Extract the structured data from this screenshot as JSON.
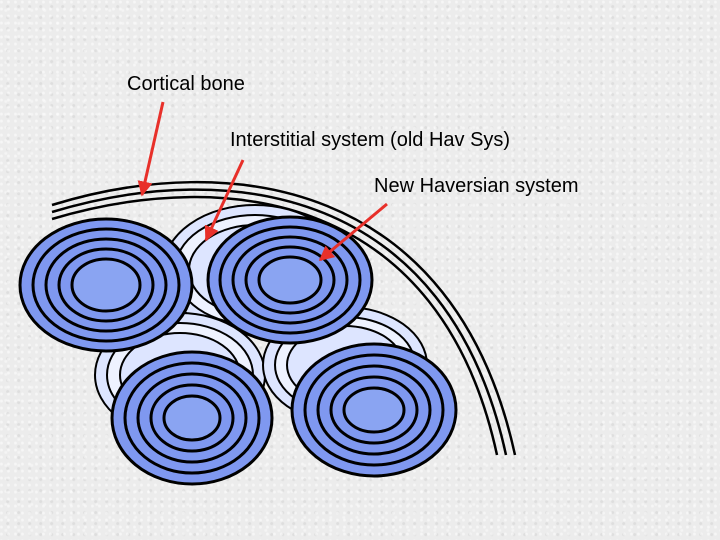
{
  "labels": {
    "cortical_bone": "Cortical bone",
    "interstitial": "Interstitial system (old Hav Sys)",
    "new_haversian": "New Haversian system"
  },
  "colors": {
    "new_system_fill": "#7f98f0",
    "old_system_fill": "#dde5ff",
    "central_canal": "#8aa4f2",
    "arrow": "#e8302a",
    "outline": "#000000"
  }
}
